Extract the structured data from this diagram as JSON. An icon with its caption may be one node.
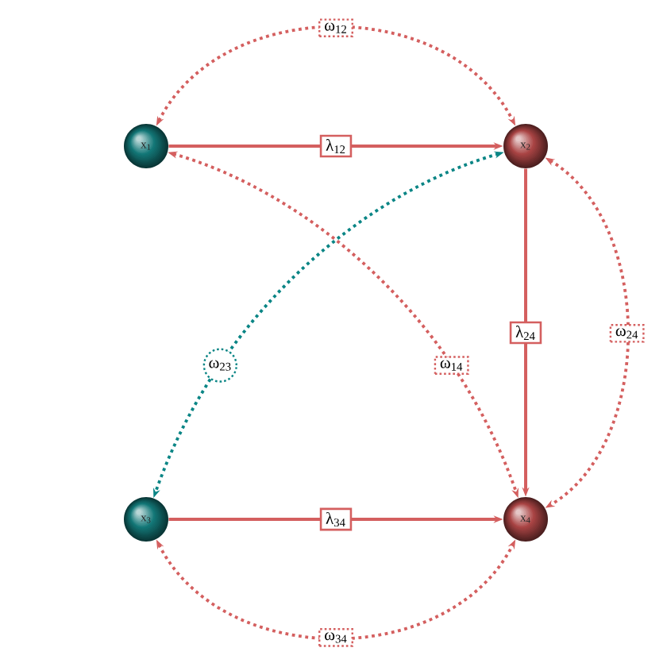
{
  "diagram": {
    "nodes": [
      {
        "text": [
          "x$_{1}$"
        ]
      },
      {
        "text": [
          "x$_{2}$"
        ]
      },
      {
        "text": [
          "x$_{3}$"
        ]
      },
      {
        "text": [
          "x$_{4}$"
        ]
      }
    ],
    "edges": [
      {
        "from": 0,
        "to": 1,
        "arrow": "to",
        "label": "λ$_{12}$"
      },
      {
        "from": 0,
        "to": 1,
        "arrow": "both",
        "label": "ω$_{12}$",
        "style": "dashed"
      },
      {
        "from": 1,
        "to": 3,
        "arrow": "to",
        "label": "λ$_{24}$"
      },
      {
        "from": 1,
        "to": 3,
        "arrow": "both",
        "label": "ω$_{24}$",
        "style": "dashed"
      },
      {
        "from": 0,
        "to": 3,
        "arrow": "both",
        "label": "ω$_{14}$",
        "style": "dashed"
      },
      {
        "from": 1,
        "to": 2,
        "arrow": "both",
        "label": "ω$_{23}$",
        "style": "dashed",
        "color": "#0a8585"
      },
      {
        "from": 2,
        "to": 3,
        "arrow": "to",
        "label": "λ$_{34}$"
      },
      {
        "from": 2,
        "to": 3,
        "arrow": "both",
        "label": "ω$_{34}$",
        "style": "dashed"
      }
    ]
  }
}
